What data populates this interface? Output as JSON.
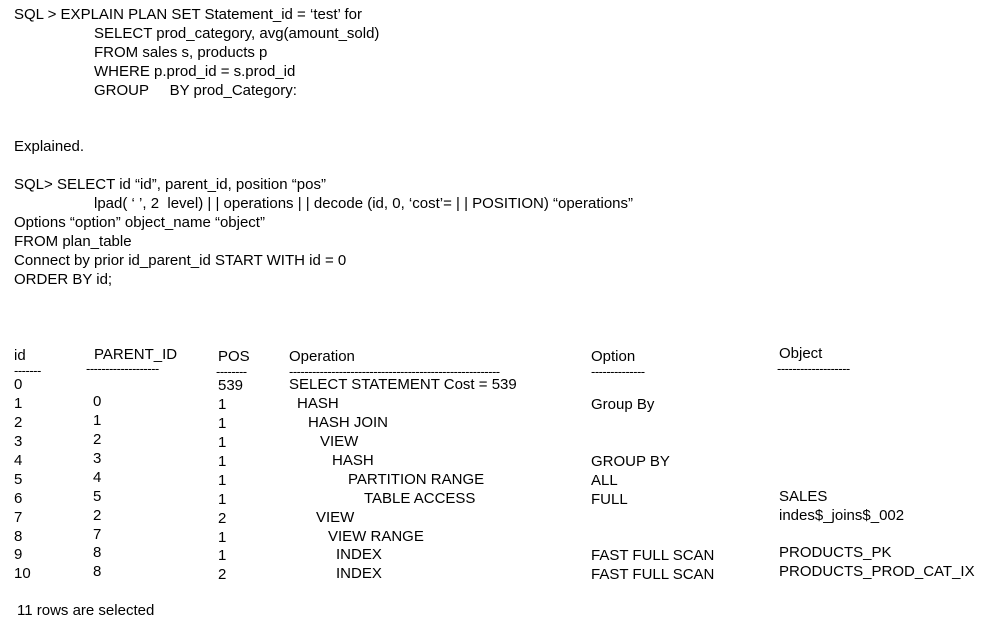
{
  "sql1": {
    "lines": [
      "SQL > EXPLAIN PLAN SET Statement_id = ‘test’ for",
      "SELECT prod_category, avg(amount_sold)",
      "FROM sales s, products p",
      "WHERE p.prod_id = s.prod_id",
      "GROUP     BY prod_Category:"
    ]
  },
  "explained": "Explained.",
  "sql2": {
    "lines": [
      "SQL> SELECT id “id”, parent_id, position “pos”",
      "lpad( ‘ ’, 2  level) | | operations | | decode (id, 0, ‘cost’= | | POSITION) “operations”",
      "Options “option” object_name “object”",
      "FROM plan_table",
      "Connect by prior id_parent_id START WITH id = 0",
      "ORDER BY id;"
    ]
  },
  "result": {
    "headers": {
      "id": "id",
      "parent_id": "PARENT_ID",
      "pos": "POS",
      "operation": "Operation",
      "option": "Option",
      "object": "Object"
    },
    "dashes": {
      "id": "-------",
      "parent_id": "-------------------",
      "pos": "--------",
      "operation": "-------------------------------------------------------",
      "option": "--------------",
      "object": "-------------------"
    },
    "rows": [
      {
        "id": "0",
        "parent_id": "",
        "pos": "539",
        "operation": "SELECT STATEMENT Cost = 539",
        "option": "",
        "object": ""
      },
      {
        "id": "1",
        "parent_id": "0",
        "pos": "1",
        "operation": "HASH",
        "option": "Group By",
        "object": ""
      },
      {
        "id": "2",
        "parent_id": "1",
        "pos": "1",
        "operation": "HASH JOIN",
        "option": "",
        "object": ""
      },
      {
        "id": "3",
        "parent_id": "2",
        "pos": "1",
        "operation": "VIEW",
        "option": "",
        "object": ""
      },
      {
        "id": "4",
        "parent_id": "3",
        "pos": "1",
        "operation": "HASH",
        "option": "GROUP BY",
        "object": ""
      },
      {
        "id": "5",
        "parent_id": "4",
        "pos": "1",
        "operation": "PARTITION RANGE",
        "option": "ALL",
        "object": ""
      },
      {
        "id": "6",
        "parent_id": "5",
        "pos": "1",
        "operation": "TABLE ACCESS",
        "option": "FULL",
        "object": "SALES"
      },
      {
        "id": "7",
        "parent_id": "2",
        "pos": "2",
        "operation": "VIEW",
        "option": "",
        "object": "indes$_joins$_002"
      },
      {
        "id": "8",
        "parent_id": "7",
        "pos": "1",
        "operation": "VIEW RANGE",
        "option": "",
        "object": ""
      },
      {
        "id": "9",
        "parent_id": "8",
        "pos": "1",
        "operation": "INDEX",
        "option": "FAST FULL SCAN",
        "object": "PRODUCTS_PK"
      },
      {
        "id": "10",
        "parent_id": "8",
        "pos": "2",
        "operation": "INDEX",
        "option": "FAST FULL SCAN",
        "object": "PRODUCTS_PROD_CAT_IX"
      }
    ]
  },
  "footer": "11 rows are selected"
}
